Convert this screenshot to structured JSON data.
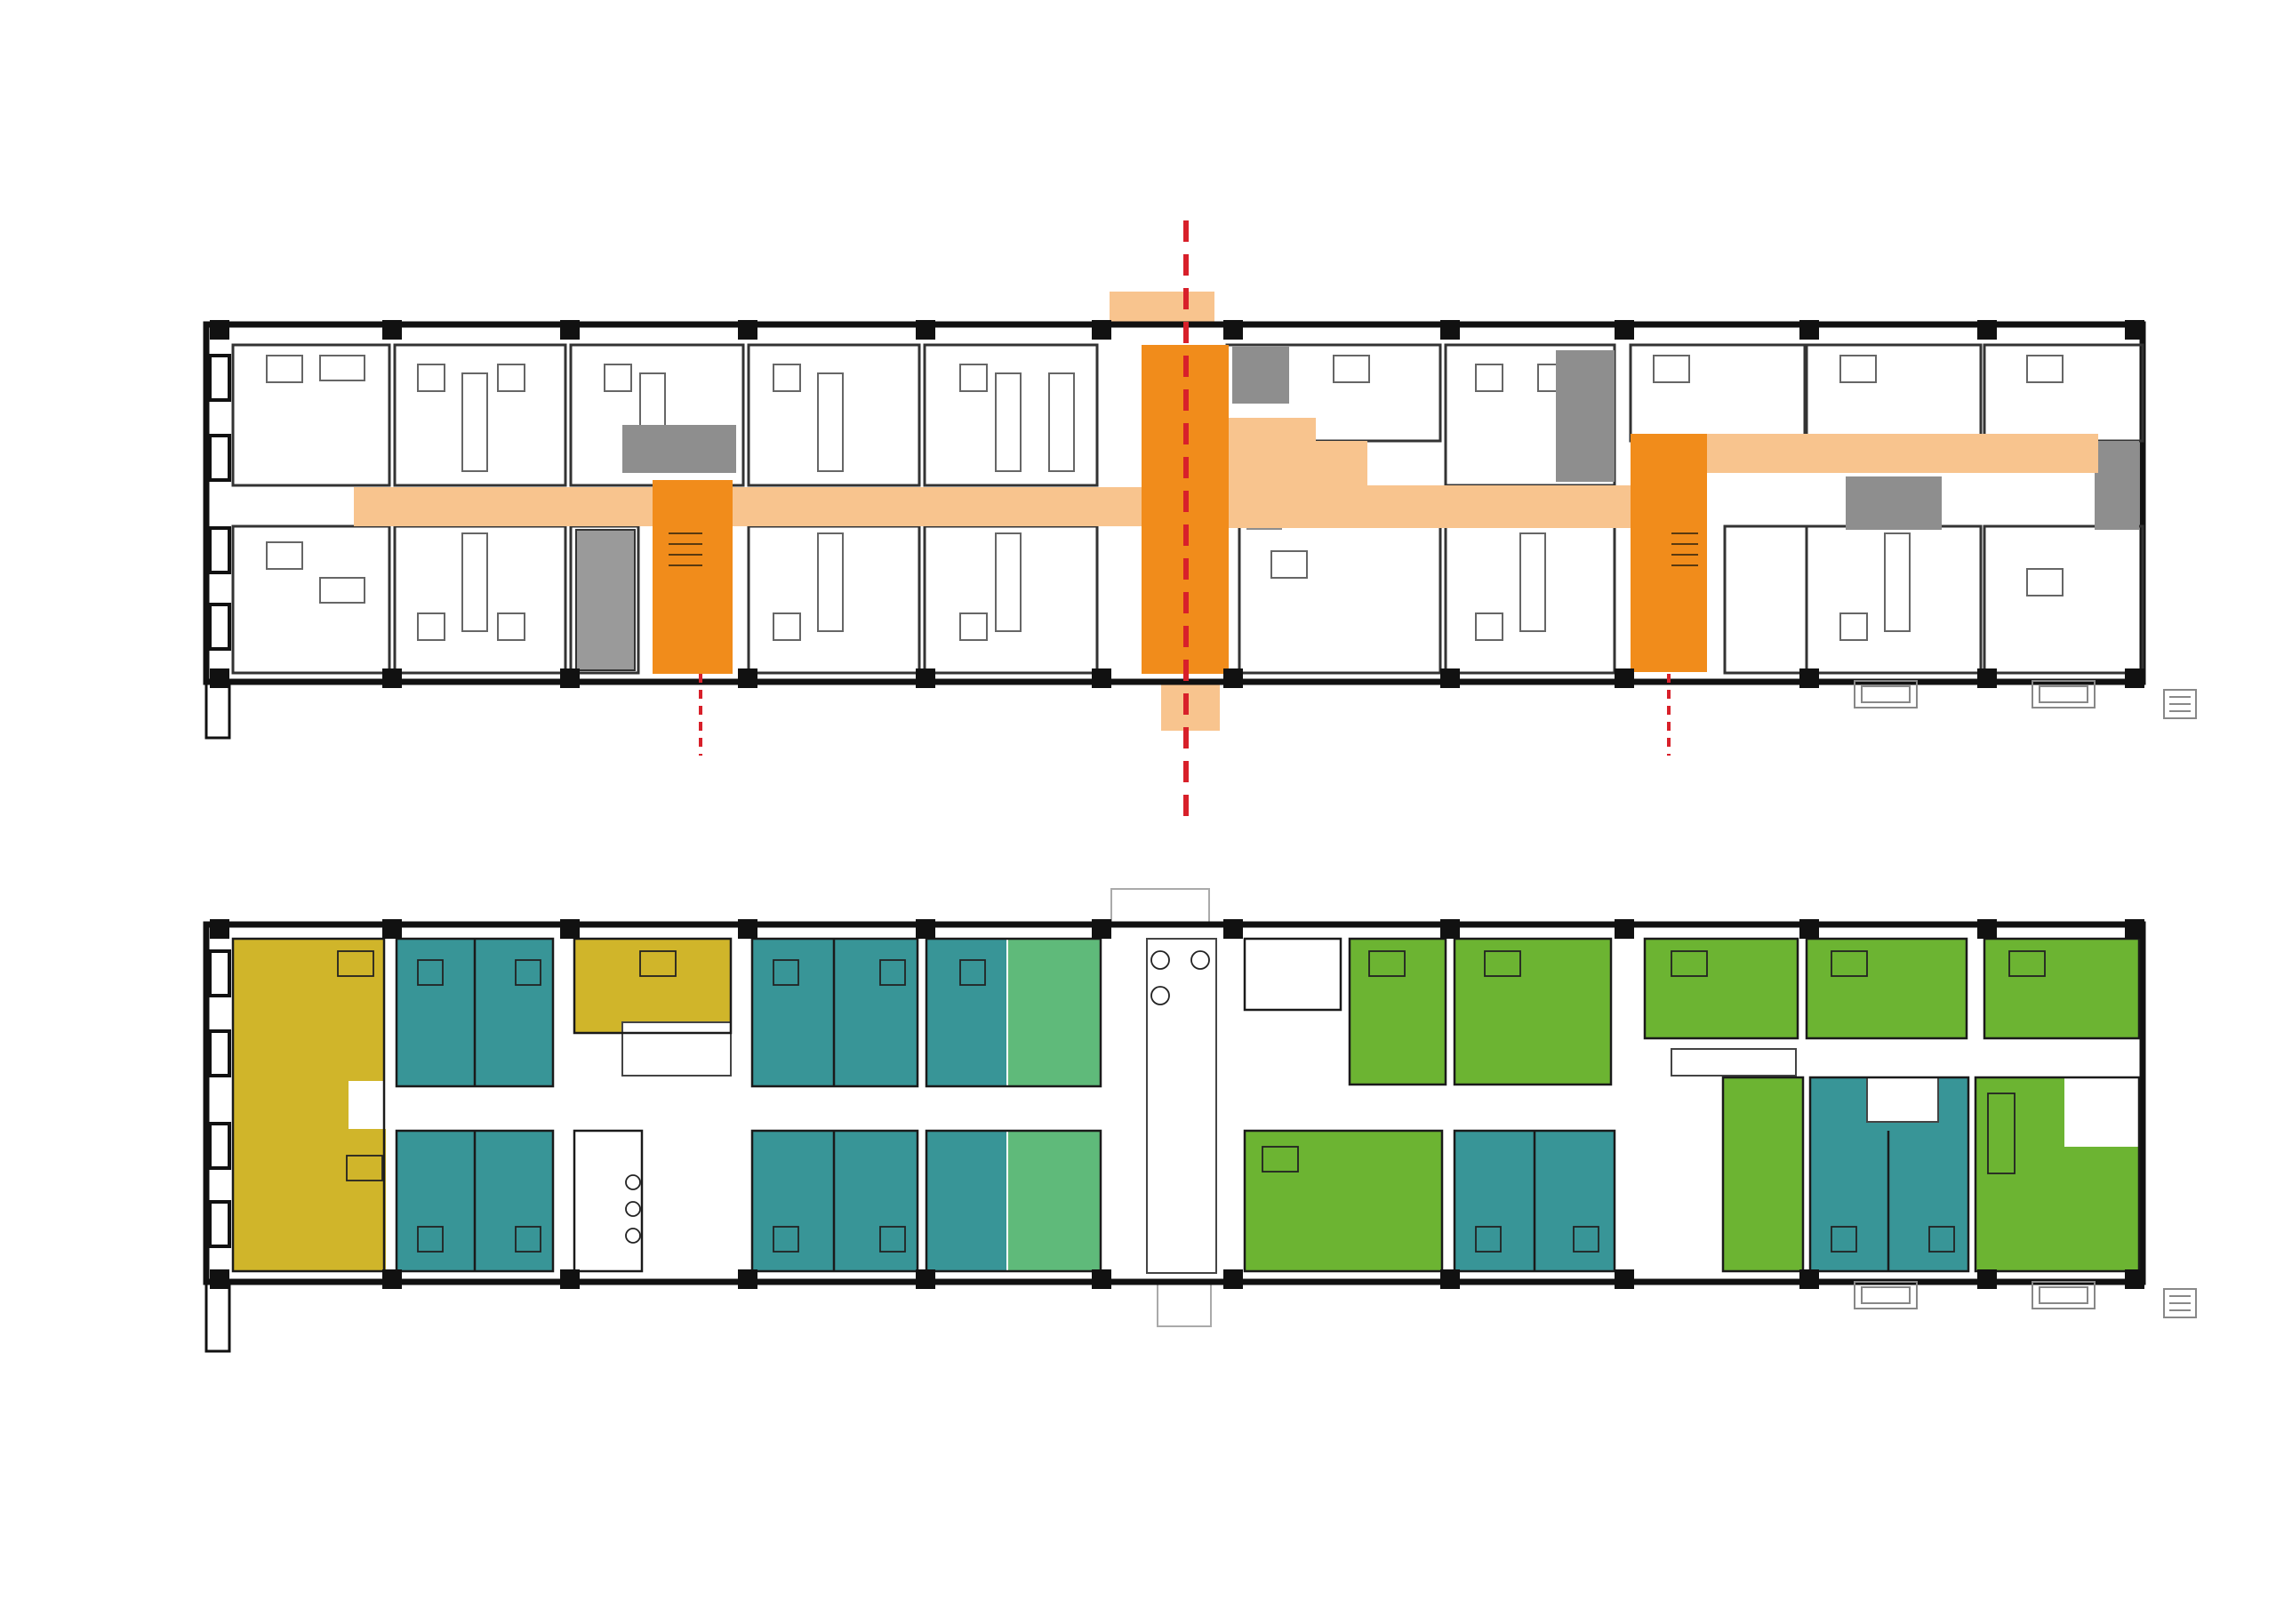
{
  "colors": {
    "background": "#ffffff",
    "wall": "#111111",
    "line": "#555555",
    "corridor_light": "#f8c48e",
    "circulation_orange": "#f18c1b",
    "service_grey": "#8e8e8e",
    "axis_red": "#d8202a",
    "unit_mustard": "#d0b52a",
    "unit_teal": "#389597",
    "unit_light_green": "#5fba7a",
    "unit_lime_green": "#6cb432"
  },
  "plans": [
    {
      "id": "circulation-plan",
      "kind": "circulation"
    },
    {
      "id": "unit-types-plan",
      "kind": "unit-types"
    }
  ]
}
